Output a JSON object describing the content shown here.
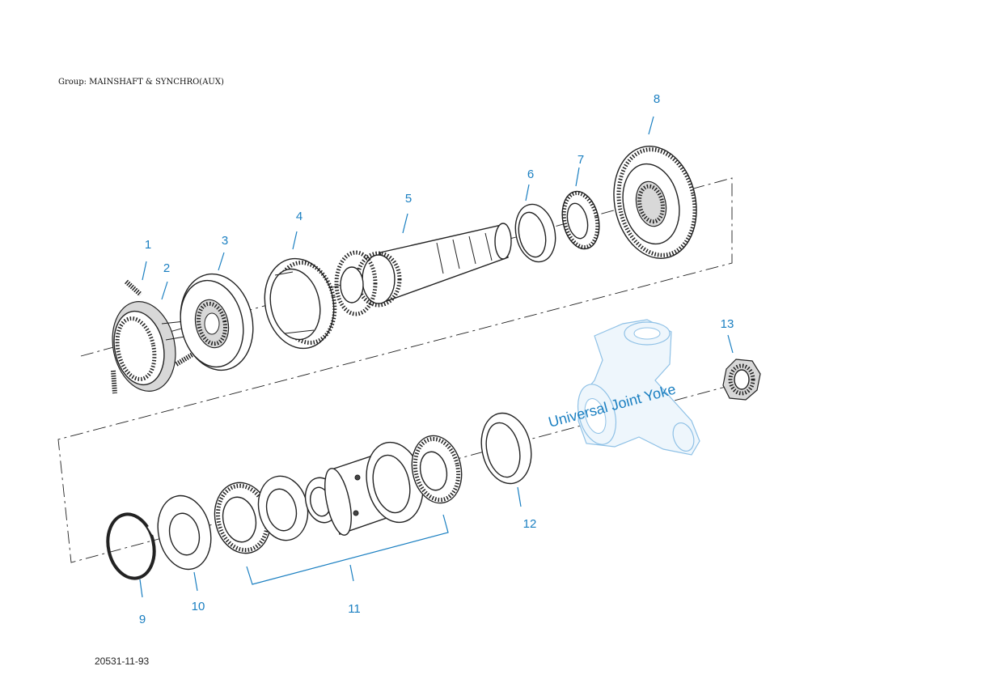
{
  "header": {
    "group_label": "Group: MAINSHAFT & SYNCHRO(AUX)"
  },
  "footer": {
    "figure_id": "20531-11-93"
  },
  "colors": {
    "callout": "#1a7fc1",
    "yoke_label": "#1a7fc1",
    "yoke_outline": "#8fc1e6",
    "part_line": "#222222"
  },
  "callouts": [
    "1",
    "2",
    "3",
    "4",
    "5",
    "6",
    "7",
    "8",
    "9",
    "10",
    "11",
    "12",
    "13"
  ],
  "yoke_label": "Universal Joint Yoke"
}
